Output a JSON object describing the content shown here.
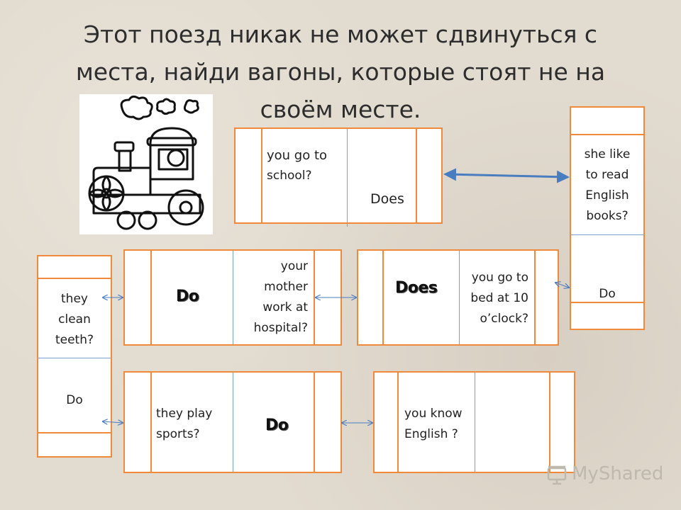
{
  "title": {
    "line1": "Этот поезд никак не может сдвинуться с",
    "line2": "места, найди вагоны, которые стоят не на",
    "line3": "своём месте."
  },
  "locomotive": {
    "icon": "train-locomotive-illustration"
  },
  "wagons": {
    "top_center": {
      "text1": "you go to",
      "text2": "school?",
      "word": "Does"
    },
    "right_tall": {
      "text1": "she like",
      "text2": "to read",
      "text3": "English",
      "text4": "books?",
      "word": "Do"
    },
    "left_tall": {
      "text1": "they",
      "text2": "clean",
      "text3": "teeth?",
      "word": "Do"
    },
    "middle_left": {
      "word": "Do",
      "text1": "your",
      "text2": "mother",
      "text3": "work at",
      "text4": "hospital?"
    },
    "middle_right": {
      "word": "Does",
      "text1": "you go to",
      "text2": "bed at 10",
      "text3": "o’clock?"
    },
    "bottom_left": {
      "text1": "they play",
      "text2": "sports?",
      "word": "Do"
    },
    "bottom_right": {
      "text1": "you know",
      "text2": "English ?"
    }
  },
  "watermark": {
    "text": "MyShared",
    "icon": "presentation-screen-icon"
  },
  "colors": {
    "border": "#f08a3a",
    "divider": "#7a9fd3",
    "arrow": "#4a7cc0"
  }
}
